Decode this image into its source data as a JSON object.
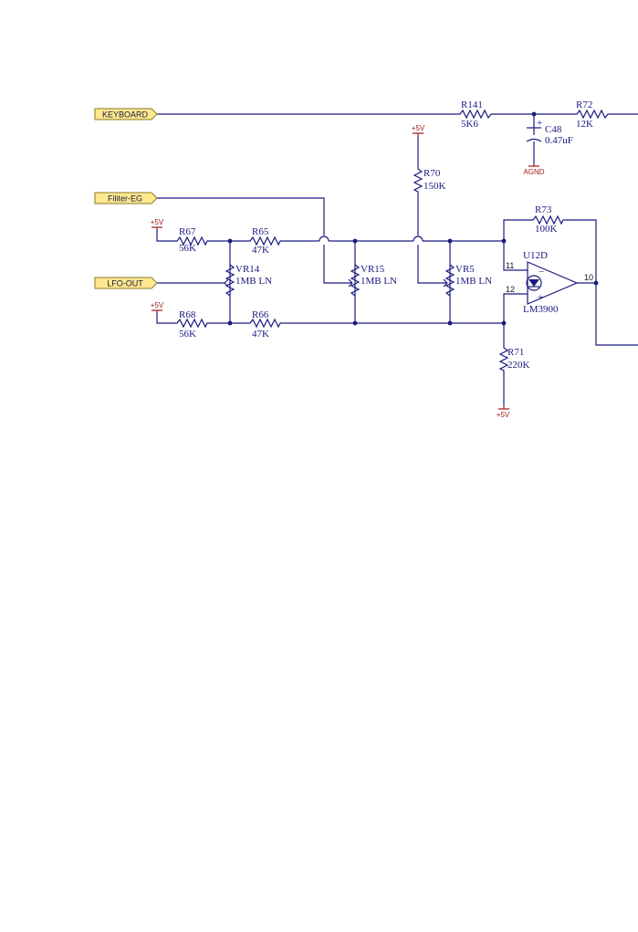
{
  "ports": {
    "keyboard": "KEYBOARD",
    "filter_eg": "Filiter-EG",
    "lfo_out": "LFO-OUT"
  },
  "power": {
    "plus5v": "+5V",
    "agnd": "AGND"
  },
  "components": {
    "r141": {
      "ref": "R141",
      "value": "5K6"
    },
    "r72": {
      "ref": "R72",
      "value": "12K"
    },
    "c48": {
      "ref": "C48",
      "value": "0.47uF",
      "polarity": "+"
    },
    "r70": {
      "ref": "R70",
      "value": "150K"
    },
    "r73": {
      "ref": "R73",
      "value": "100K"
    },
    "r67": {
      "ref": "R67",
      "value": "56K"
    },
    "r65": {
      "ref": "R65",
      "value": "47K"
    },
    "r68": {
      "ref": "R68",
      "value": "56K"
    },
    "r66": {
      "ref": "R66",
      "value": "47K"
    },
    "r71": {
      "ref": "R71",
      "value": "220K"
    },
    "vr14": {
      "ref": "VR14",
      "value": "1MB LN"
    },
    "vr15": {
      "ref": "VR15",
      "value": "1MB LN"
    },
    "vr5": {
      "ref": "VR5",
      "value": "1MB LN"
    },
    "u12d": {
      "ref": "U12D",
      "part": "LM3900",
      "pin_inv": "11",
      "pin_noninv": "12",
      "pin_out": "10",
      "minus": "−",
      "plus": "+"
    }
  }
}
